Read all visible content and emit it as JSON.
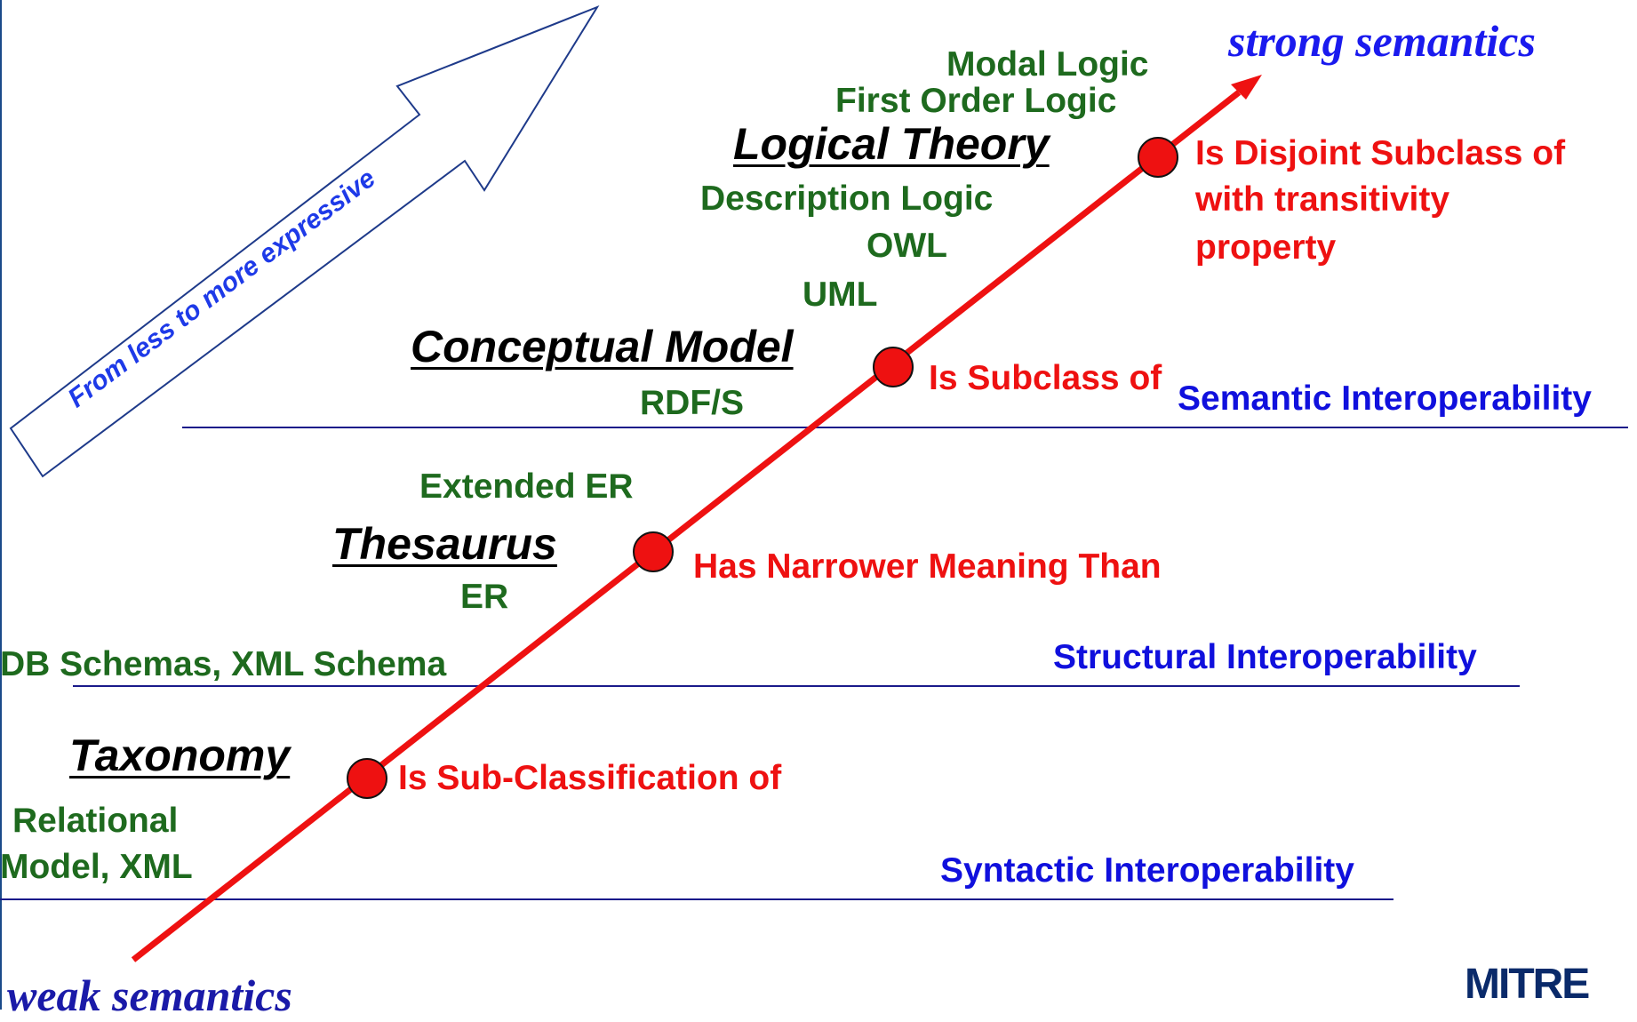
{
  "arrow_label": "From less to more expressive",
  "axis": {
    "start_label": "weak semantics",
    "end_label": "strong semantics"
  },
  "levels": [
    {
      "name": "Taxonomy",
      "relation": "Is Sub-Classification of"
    },
    {
      "name": "Thesaurus",
      "relation": "Has Narrower Meaning Than"
    },
    {
      "name": "Conceptual Model",
      "relation": "Is Subclass of"
    },
    {
      "name": "Logical Theory",
      "relation_lines": [
        "Is Disjoint Subclass of",
        "with transitivity",
        "property"
      ]
    }
  ],
  "technologies": {
    "relational": [
      "Relational",
      "Model, XML"
    ],
    "db_schemas": "DB Schemas, XML Schema",
    "er": "ER",
    "extended_er": "Extended ER",
    "rdfs": "RDF/S",
    "uml": "UML",
    "owl": "OWL",
    "description_logic": "Description Logic",
    "first_order_logic": "First Order Logic",
    "modal_logic": "Modal Logic"
  },
  "interoperability": {
    "syntactic": "Syntactic Interoperability",
    "structural": "Structural Interoperability",
    "semantic": "Semantic Interoperability"
  },
  "logo": "MITRE",
  "colors": {
    "axis_red": "#ee1111",
    "technology_green": "#1e6a1e",
    "interoperability_blue": "#1010dd",
    "divider_blue": "#1a1a8a"
  }
}
